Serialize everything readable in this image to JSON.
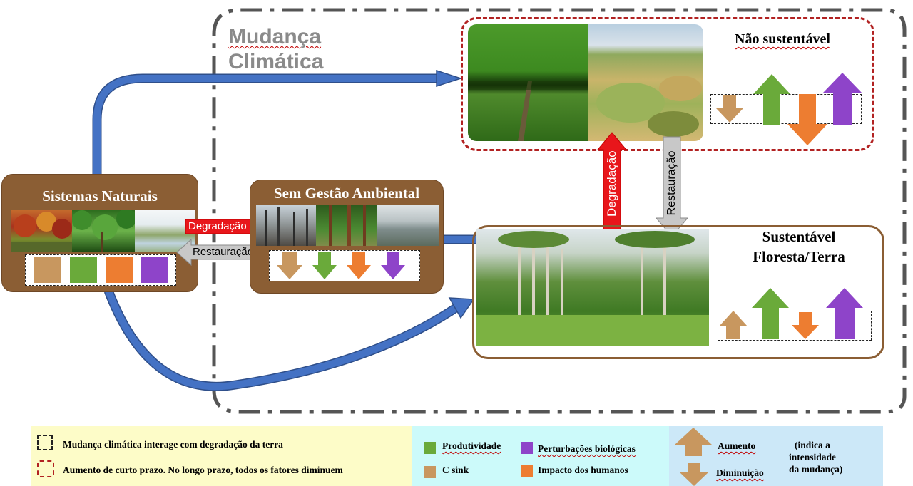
{
  "climate_change_label": [
    "Mudança",
    "Climática"
  ],
  "natural_systems": {
    "title": "Sistemas Naturais"
  },
  "no_management": {
    "title": "Sem Gestão Ambiental"
  },
  "unsustainable": {
    "title": "Não sustentável"
  },
  "sustainable": {
    "title_line1": "Sustentável",
    "title_line2": "Floresta/Terra"
  },
  "flow_labels": {
    "degradation_horizontal": "Degradação",
    "restoration_horizontal": "Restauração",
    "degradation_vertical": "Degradação",
    "restoration_vertical": "Restauração"
  },
  "colors": {
    "c_sink": "#c8975f",
    "productivity": "#6aaa3a",
    "human_impact": "#ed7d31",
    "biological_disturbance": "#8e44c9",
    "flow_arrow": "#4472c4",
    "degradation_arrow": "#e8161b",
    "restoration_arrow": "#c8c8c8",
    "short_term_box": "#b22222"
  },
  "legend": {
    "climate_interacts": "Mudança climática interage com degradação da terra",
    "short_term_increase": "Aumento de curto prazo. No longo prazo, todos os fatores diminuem",
    "productivity": "Produtividade",
    "biological_disturbance": "Perturbações biológicas",
    "c_sink": "C sink",
    "human_impact": "Impacto dos humanos",
    "increase": "Aumento",
    "decrease": "Diminuição",
    "intensity_note": [
      "(indica a",
      "intensidade",
      "da mudança)"
    ]
  }
}
